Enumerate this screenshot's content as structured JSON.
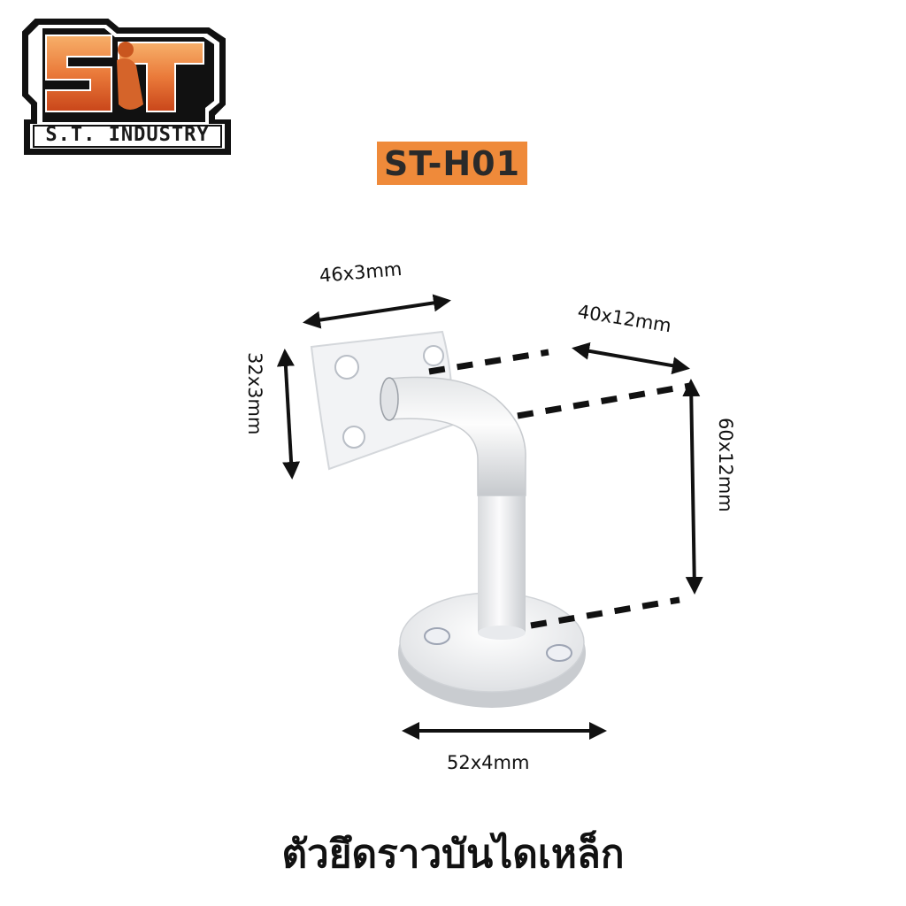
{
  "brand": {
    "logo_letters": "ST",
    "logo_caption": "S.T. INDUSTRY",
    "colors": {
      "orange_light": "#f5a25a",
      "orange_dark": "#d9531e",
      "outline": "#111111"
    }
  },
  "product": {
    "code": "ST-H01",
    "badge_color": "#ef8a3a",
    "title_th": "ตัวยึดราวบันไดเหล็ก",
    "finish_color": "#f2f3f5"
  },
  "dimensions": {
    "wall_plate_width": "46x3mm",
    "wall_plate_height": "32x3mm",
    "arm_horizontal": "40x12mm",
    "arm_vertical": "60x12mm",
    "base_plate": "52x4mm"
  }
}
